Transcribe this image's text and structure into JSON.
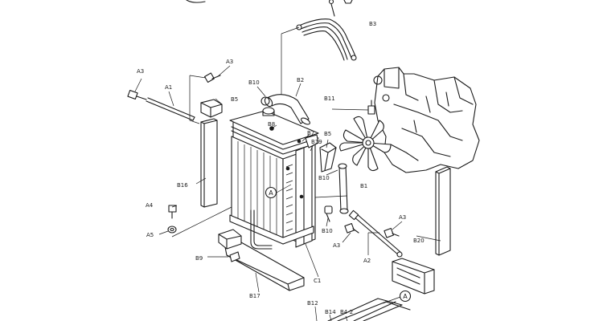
{
  "labels": {
    "A1": "A1",
    "A2": "A2",
    "A3_top": "A3",
    "A3_left": "A3",
    "A3_right": "A3",
    "A3_bottom": "A3",
    "A4": "A4",
    "A5": "A5",
    "B1": "B1",
    "B2": "B2",
    "B3": "B3",
    "B4_2": "B4-2",
    "B5_left": "B5",
    "B5_right": "B5",
    "B7": "B7",
    "B8": "B8",
    "B9": "B9",
    "B10_top": "B10",
    "B10_mid": "B10",
    "B10_low": "B10",
    "B11": "B11",
    "B12": "B12",
    "B14": "B14",
    "B16": "B16",
    "B17": "B17",
    "B19": "B19",
    "B20": "B20",
    "C1": "C1"
  },
  "markers": {
    "a_center": "A",
    "a_bottom": "A"
  }
}
